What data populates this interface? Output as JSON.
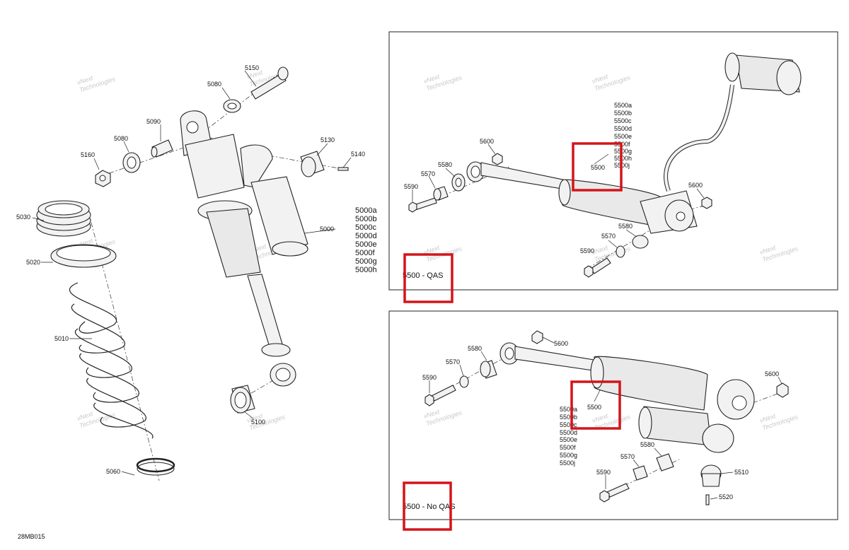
{
  "diagram_id": "28MB015",
  "watermark": [
    "vNext",
    "Technologies"
  ],
  "colors": {
    "highlight": "#d4141a",
    "line": "#222222"
  },
  "main_assembly": {
    "labels": {
      "p5150": "5150",
      "p5080a": "5080",
      "p5090": "5090",
      "p5080b": "5080",
      "p5160": "5160",
      "p5130": "5130",
      "p5140": "5140",
      "p5030": "5030",
      "p5020": "5020",
      "p5010": "5010",
      "p5060": "5060",
      "p5000": "5000",
      "p5100": "5100"
    },
    "variants_5000": [
      "5000a",
      "5000b",
      "5000c",
      "5000d",
      "5000e",
      "5000f",
      "5000g",
      "5000h"
    ]
  },
  "panel_qas": {
    "title": "5500 - QAS",
    "labels": {
      "p5600a": "5600",
      "p5580a": "5580",
      "p5570a": "5570",
      "p5590": "5590",
      "p5500": "5500",
      "p5600b": "5600",
      "p5580b": "5580",
      "p5570b": "5570",
      "p5590b": "5590"
    },
    "variants_5500": [
      "5500a",
      "5500b",
      "5500c",
      "5500d",
      "5500e",
      "5500f",
      "5500g",
      "5500h",
      "5500j"
    ]
  },
  "panel_no_qas": {
    "title": "5500 - No QAS",
    "labels": {
      "p5580a": "5580",
      "p5600a": "5600",
      "p5570a": "5570",
      "p5590a": "5590",
      "p5500": "5500",
      "p5600b": "5600",
      "p5580b": "5580",
      "p5570b": "5570",
      "p5590b": "5590",
      "p5510": "5510",
      "p5520": "5520"
    },
    "variants_5500": [
      "5500a",
      "5500b",
      "5500c",
      "5500d",
      "5500e",
      "5500f",
      "5500g",
      "5500j"
    ]
  }
}
